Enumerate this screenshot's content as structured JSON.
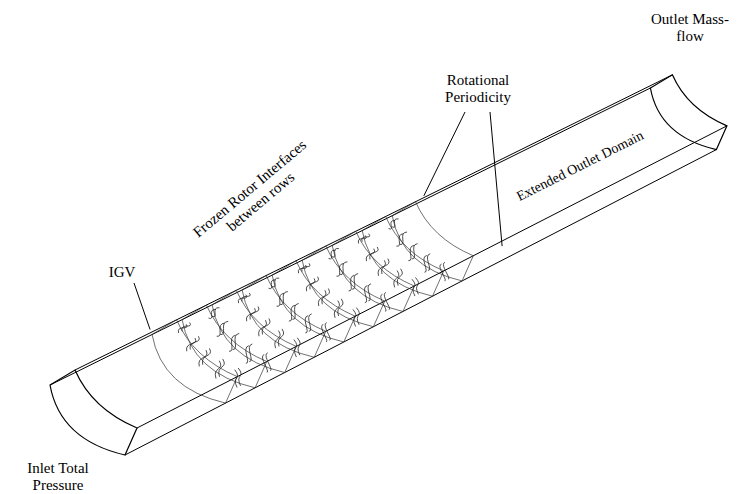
{
  "diagram": {
    "labels": [
      "Outlet Mass-flow",
      "Rotational Periodicity",
      "Extended Outlet Domain",
      "Frozen Rotor Interfaces between rows",
      "IGV",
      "Inlet Total Pressure"
    ]
  }
}
